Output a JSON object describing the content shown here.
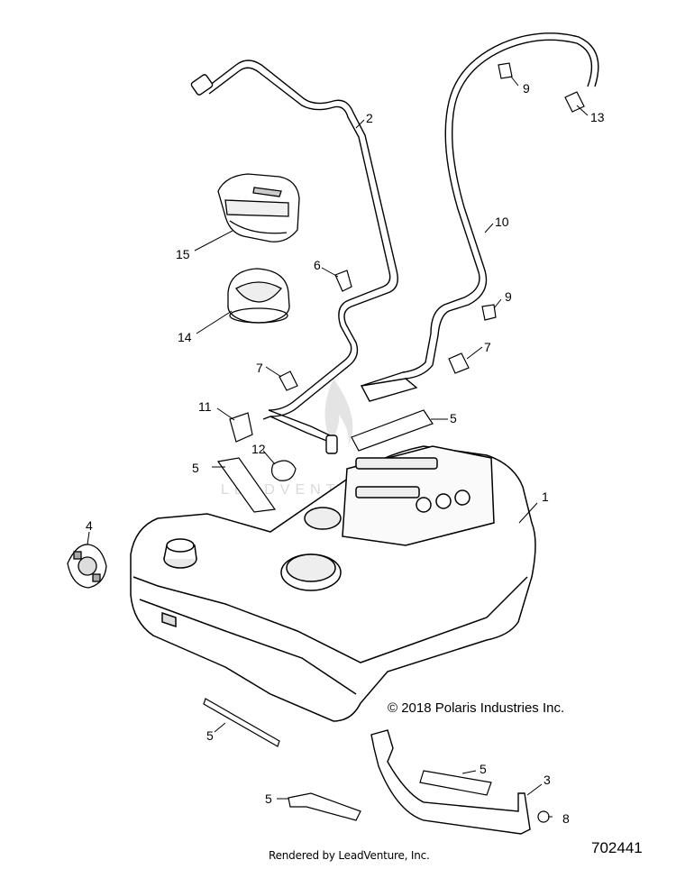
{
  "callouts": {
    "c1": "1",
    "c2": "2",
    "c3": "3",
    "c4": "4",
    "c5a": "5",
    "c5b": "5",
    "c5c": "5",
    "c5d": "5",
    "c5e": "5",
    "c6": "6",
    "c7a": "7",
    "c7b": "7",
    "c8": "8",
    "c9a": "9",
    "c9b": "9",
    "c10": "10",
    "c11": "11",
    "c12": "12",
    "c13": "13",
    "c14": "14",
    "c15": "15"
  },
  "watermark": "LEADVENTURE",
  "copyright": "© 2018 Polaris Industries Inc.",
  "rendered_by": "Rendered by LeadVenture, Inc.",
  "diagram_number": "702441",
  "colors": {
    "line": "#000000",
    "shade": "#e6e6e6",
    "watermark": "#d9d9d9"
  }
}
